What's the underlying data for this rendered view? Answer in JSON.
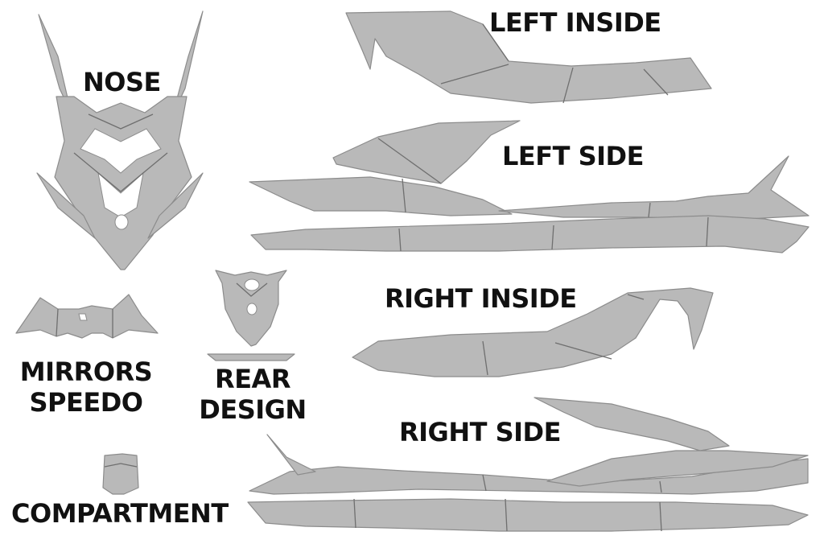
{
  "labels": {
    "nose": "NOSE",
    "left_inside": "LEFT INSIDE",
    "left_side": "LEFT SIDE",
    "right_inside": "RIGHT INSIDE",
    "right_side": "RIGHT SIDE",
    "mirrors_speedo_line1": "MIRRORS",
    "mirrors_speedo_line2": "SPEEDO",
    "rear_design_line1": "REAR",
    "rear_design_line2": "DESIGN",
    "compartment": "COMPARTMENT"
  },
  "colors": {
    "part_fill": "#b9b9b9",
    "edge": "#8c8c8c",
    "seam": "#6f6f6f",
    "text": "#111111",
    "background": "#ffffff"
  }
}
